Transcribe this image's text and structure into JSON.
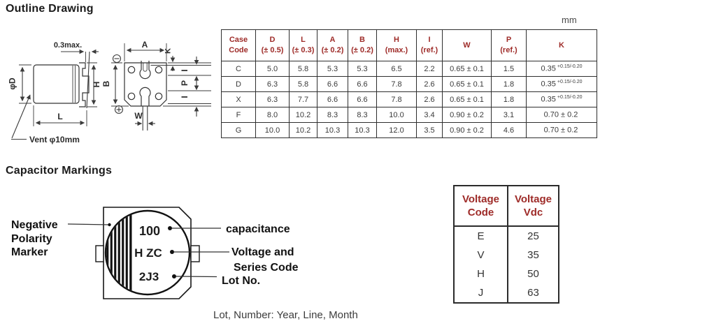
{
  "headings": {
    "outline": "Outline Drawing",
    "markings": "Capacitor Markings"
  },
  "unit_note": "mm",
  "outline": {
    "side_view": {
      "top_gap": "0.3max.",
      "diameter": "φD",
      "height": "H",
      "length": "L",
      "vent": "Vent φ10mm"
    },
    "top_view": {
      "width_a": "A",
      "k": "K",
      "b": "B",
      "i1": "I",
      "p": "P",
      "i2": "I",
      "w": "W"
    },
    "polarity_icons": {
      "negative": "circled-minus",
      "positive": "circled-plus"
    }
  },
  "dim_table": {
    "headers": [
      {
        "l1": "Case",
        "l2": "Code"
      },
      {
        "l1": "D",
        "l2": "(± 0.5)"
      },
      {
        "l1": "L",
        "l2": "(± 0.3)"
      },
      {
        "l1": "A",
        "l2": "(± 0.2)"
      },
      {
        "l1": "B",
        "l2": "(± 0.2)"
      },
      {
        "l1": "H",
        "l2": "(max.)"
      },
      {
        "l1": "I",
        "l2": "(ref.)"
      },
      {
        "l1": "W",
        "l2": ""
      },
      {
        "l1": "P",
        "l2": "(ref.)"
      },
      {
        "l1": "K",
        "l2": ""
      }
    ],
    "rows": [
      {
        "case": "C",
        "d": "5.0",
        "l": "5.8",
        "a": "5.3",
        "b": "5.3",
        "h": "6.5",
        "i": "2.2",
        "w": "0.65 ± 0.1",
        "p": "1.5",
        "k": "0.35",
        "k_sup": "+0.15/-0.20"
      },
      {
        "case": "D",
        "d": "6.3",
        "l": "5.8",
        "a": "6.6",
        "b": "6.6",
        "h": "7.8",
        "i": "2.6",
        "w": "0.65 ± 0.1",
        "p": "1.8",
        "k": "0.35",
        "k_sup": "+0.15/-0.20"
      },
      {
        "case": "X",
        "d": "6.3",
        "l": "7.7",
        "a": "6.6",
        "b": "6.6",
        "h": "7.8",
        "i": "2.6",
        "w": "0.65 ± 0.1",
        "p": "1.8",
        "k": "0.35",
        "k_sup": "+0.15/-0.20"
      },
      {
        "case": "F",
        "d": "8.0",
        "l": "10.2",
        "a": "8.3",
        "b": "8.3",
        "h": "10.0",
        "i": "3.4",
        "w": "0.90 ± 0.2",
        "p": "3.1",
        "k": "0.70 ± 0.2",
        "k_sup": ""
      },
      {
        "case": "G",
        "d": "10.0",
        "l": "10.2",
        "a": "10.3",
        "b": "10.3",
        "h": "12.0",
        "i": "3.5",
        "w": "0.90 ± 0.2",
        "p": "4.6",
        "k": "0.70 ± 0.2",
        "k_sup": ""
      }
    ]
  },
  "markings": {
    "cap_text": {
      "capacitance": "100",
      "voltage_series": "H ZC",
      "lot": "2J3"
    },
    "left_label": {
      "line1": "Negative",
      "line2": "Polarity",
      "line3": "Marker"
    },
    "right_labels": {
      "capacitance": "capacitance",
      "voltage_line1": "Voltage and",
      "voltage_line2": "Series Code",
      "lot": "Lot No."
    },
    "footnote": "Lot, Number:  Year, Line, Month"
  },
  "voltage_table": {
    "headers": [
      {
        "l1": "Voltage",
        "l2": "Code"
      },
      {
        "l1": "Voltage",
        "l2": "Vdc"
      }
    ],
    "rows": [
      {
        "code": "E",
        "vdc": "25"
      },
      {
        "code": "V",
        "vdc": "35"
      },
      {
        "code": "H",
        "vdc": "50"
      },
      {
        "code": "J",
        "vdc": "63"
      }
    ]
  },
  "colors": {
    "header_red": "#9e2b28",
    "drawing_line": "#3b3b3b",
    "text": "#333333"
  }
}
